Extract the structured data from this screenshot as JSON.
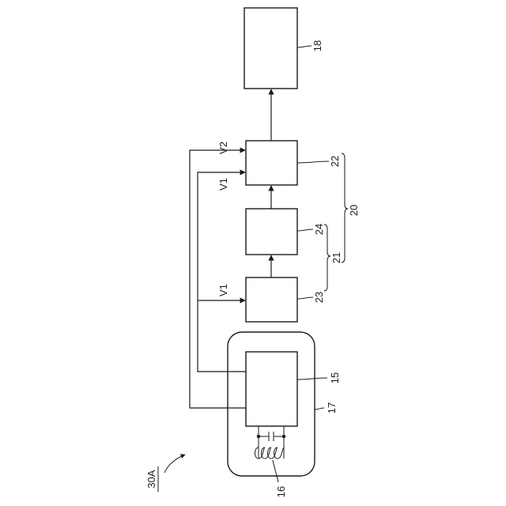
{
  "figure_label": "30A",
  "blocks": {
    "output_device": "18",
    "processor_22": "22",
    "block_24": "24",
    "block_23": "23",
    "detector_15": "15",
    "enclosure_17": "17",
    "coil_16": "16"
  },
  "groups": {
    "group_21": "21",
    "group_20": "20"
  },
  "signals": {
    "v2": "V2",
    "v1_upper": "V1",
    "v1_lower": "V1"
  }
}
